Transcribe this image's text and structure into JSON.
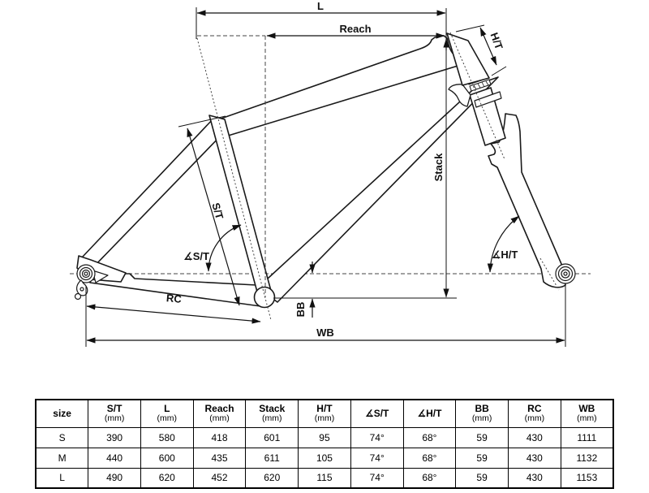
{
  "diagram": {
    "labels": {
      "l": "L",
      "reach": "Reach",
      "ht": "H/T",
      "stack": "Stack",
      "st": "S/T",
      "angle_st": "∡S/T",
      "angle_ht": "∡H/T",
      "bb": "BB",
      "rc": "RC",
      "wb": "WB"
    }
  },
  "table": {
    "columns": [
      {
        "label": "size",
        "unit": ""
      },
      {
        "label": "S/T",
        "unit": "(mm)"
      },
      {
        "label": "L",
        "unit": "(mm)"
      },
      {
        "label": "Reach",
        "unit": "(mm)"
      },
      {
        "label": "Stack",
        "unit": "(mm)"
      },
      {
        "label": "H/T",
        "unit": "(mm)"
      },
      {
        "label": "∡S/T",
        "unit": ""
      },
      {
        "label": "∡H/T",
        "unit": ""
      },
      {
        "label": "BB",
        "unit": "(mm)"
      },
      {
        "label": "RC",
        "unit": "(mm)"
      },
      {
        "label": "WB",
        "unit": "(mm)"
      }
    ],
    "rows": [
      {
        "cells": [
          "S",
          "390",
          "580",
          "418",
          "601",
          "95",
          "74°",
          "68°",
          "59",
          "430",
          "1111"
        ]
      },
      {
        "cells": [
          "M",
          "440",
          "600",
          "435",
          "611",
          "105",
          "74°",
          "68°",
          "59",
          "430",
          "1132"
        ]
      },
      {
        "cells": [
          "L",
          "490",
          "620",
          "452",
          "620",
          "115",
          "74°",
          "68°",
          "59",
          "430",
          "1153"
        ]
      }
    ]
  }
}
